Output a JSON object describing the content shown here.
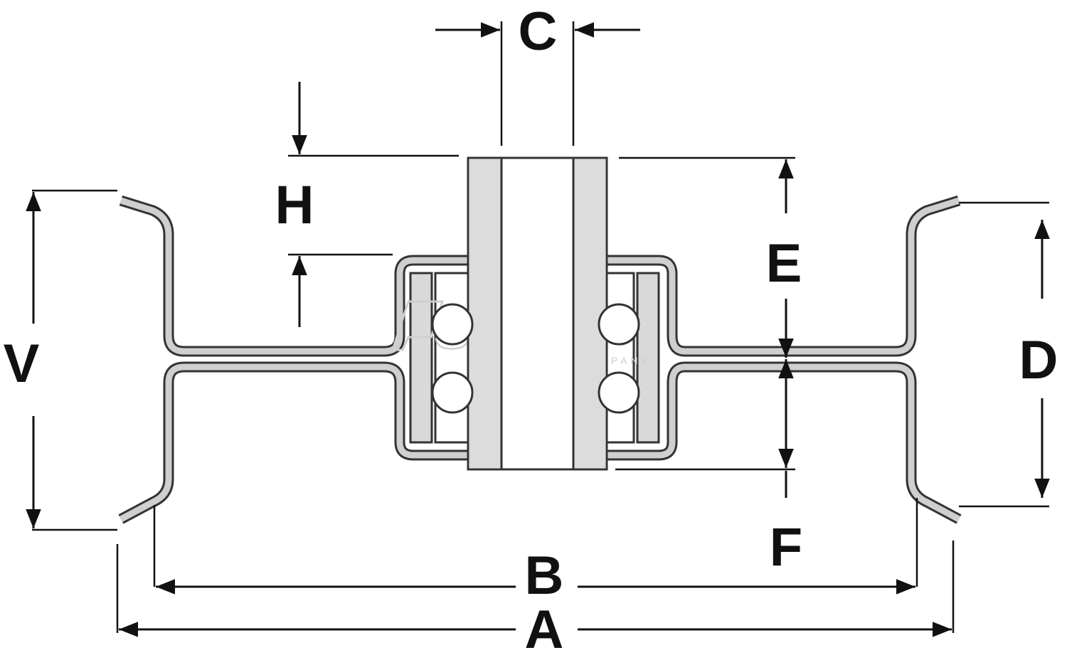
{
  "diagram": {
    "labels": {
      "A": "A",
      "B": "B",
      "C": "C",
      "D": "D",
      "E": "E",
      "F": "F",
      "H": "H",
      "V": "V"
    },
    "watermark": {
      "brand": "Stens",
      "tagline": "THE PARTS COMPANY"
    },
    "colors": {
      "line": "#111111",
      "metal_outline": "#333333",
      "metal_fill": "#cfcfcf",
      "bearing_fill": "#d9d9d9"
    }
  }
}
